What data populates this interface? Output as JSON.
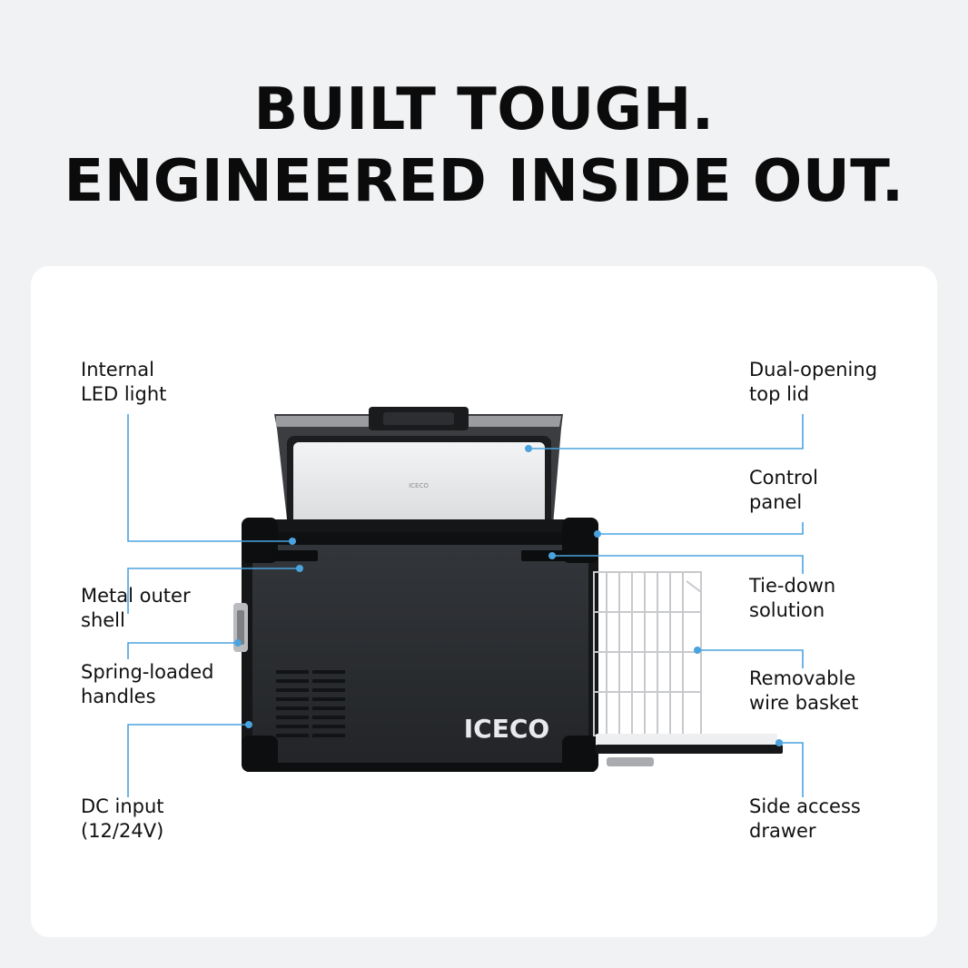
{
  "headline": {
    "line1": "BUILT TOUGH.",
    "line2": "ENGINEERED INSIDE OUT."
  },
  "brand": {
    "logo_text": "ICECO",
    "lid_badge_text": "ICECO"
  },
  "callouts": {
    "left": [
      {
        "line1": "Internal",
        "line2": "LED light"
      },
      {
        "line1": "Metal outer",
        "line2": "shell"
      },
      {
        "line1": "Spring-loaded",
        "line2": "handles"
      },
      {
        "line1": "DC input",
        "line2": "(12/24V)"
      }
    ],
    "right": [
      {
        "line1": "Dual-opening",
        "line2": "top lid"
      },
      {
        "line1": "Control",
        "line2": "panel"
      },
      {
        "line1": "Tie-down",
        "line2": "solution"
      },
      {
        "line1": "Removable",
        "line2": "wire basket"
      },
      {
        "line1": "Side access",
        "line2": "drawer"
      }
    ]
  },
  "colors": {
    "page_background": "#f1f2f3",
    "card_background": "#ffffff",
    "leader_line": "#4aa3df",
    "fridge_body": "#2b2d30",
    "fridge_trim": "#111214",
    "lid_interior": "#e6e7e9"
  }
}
